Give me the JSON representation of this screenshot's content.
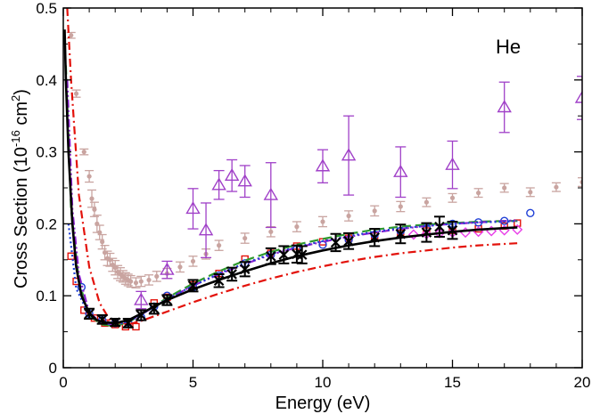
{
  "chart_data": {
    "type": "scatter",
    "title": "",
    "annotation": "He",
    "xlabel": "Energy (eV)",
    "ylabel": {
      "main": "Cross Section (10",
      "exp": "-16",
      "unit": " cm",
      "unit_exp": "2",
      "close": ")"
    },
    "xlim": [
      0,
      20
    ],
    "ylim": [
      0,
      0.5
    ],
    "xticks": [
      0,
      5,
      10,
      15,
      20
    ],
    "yticks": [
      0,
      0.1,
      0.2,
      0.3,
      0.4,
      0.5
    ],
    "grid": false,
    "legend": "none",
    "series": [
      {
        "style": "line-solid",
        "color": "#000000",
        "points": [
          [
            0.05,
            0.47
          ],
          [
            0.1,
            0.4
          ],
          [
            0.2,
            0.3
          ],
          [
            0.35,
            0.2
          ],
          [
            0.5,
            0.14
          ],
          [
            0.7,
            0.1
          ],
          [
            1.0,
            0.076
          ],
          [
            1.3,
            0.066
          ],
          [
            1.6,
            0.063
          ],
          [
            2.0,
            0.062
          ],
          [
            2.5,
            0.066
          ],
          [
            3.0,
            0.075
          ],
          [
            3.5,
            0.085
          ],
          [
            4.0,
            0.094
          ],
          [
            5.0,
            0.109
          ],
          [
            6.0,
            0.122
          ],
          [
            7.0,
            0.134
          ],
          [
            8.0,
            0.145
          ],
          [
            9.0,
            0.155
          ],
          [
            10.0,
            0.163
          ],
          [
            11.0,
            0.17
          ],
          [
            12.0,
            0.176
          ],
          [
            13.0,
            0.181
          ],
          [
            14.0,
            0.185
          ],
          [
            15.0,
            0.189
          ],
          [
            16.0,
            0.192
          ],
          [
            17.0,
            0.194
          ],
          [
            17.5,
            0.195
          ]
        ]
      },
      {
        "style": "line-dash",
        "color": "#2e9a2e",
        "points": [
          [
            0.1,
            0.42
          ],
          [
            0.3,
            0.22
          ],
          [
            0.6,
            0.12
          ],
          [
            1.0,
            0.072
          ],
          [
            1.5,
            0.06
          ],
          [
            2.0,
            0.058
          ],
          [
            2.5,
            0.063
          ],
          [
            3.0,
            0.074
          ],
          [
            4.0,
            0.097
          ],
          [
            5.0,
            0.117
          ],
          [
            6.0,
            0.134
          ],
          [
            7.0,
            0.149
          ],
          [
            8.0,
            0.161
          ],
          [
            9.0,
            0.171
          ],
          [
            10.0,
            0.179
          ],
          [
            11.0,
            0.186
          ],
          [
            12.0,
            0.192
          ],
          [
            13.0,
            0.196
          ],
          [
            14.0,
            0.199
          ],
          [
            15.0,
            0.201
          ],
          [
            16.0,
            0.203
          ],
          [
            17.0,
            0.204
          ],
          [
            17.5,
            0.204
          ]
        ]
      },
      {
        "style": "line-dashdot",
        "color": "#e3120b",
        "points": [
          [
            0.15,
            0.5
          ],
          [
            0.3,
            0.4
          ],
          [
            0.6,
            0.24
          ],
          [
            1.0,
            0.14
          ],
          [
            1.4,
            0.09
          ],
          [
            1.8,
            0.066
          ],
          [
            2.2,
            0.06
          ],
          [
            2.6,
            0.061
          ],
          [
            3.0,
            0.065
          ],
          [
            4.0,
            0.078
          ],
          [
            5.0,
            0.091
          ],
          [
            6.0,
            0.103
          ],
          [
            7.0,
            0.114
          ],
          [
            8.0,
            0.124
          ],
          [
            9.0,
            0.133
          ],
          [
            10.0,
            0.141
          ],
          [
            11.0,
            0.148
          ],
          [
            12.0,
            0.154
          ],
          [
            13.0,
            0.159
          ],
          [
            14.0,
            0.163
          ],
          [
            15.0,
            0.167
          ],
          [
            16.0,
            0.17
          ],
          [
            17.0,
            0.172
          ],
          [
            17.5,
            0.173
          ]
        ]
      },
      {
        "style": "line-dashdotdot",
        "color": "#8b1fcf",
        "points": [
          [
            0.15,
            0.4
          ],
          [
            0.35,
            0.22
          ],
          [
            0.6,
            0.13
          ],
          [
            1.0,
            0.076
          ],
          [
            1.5,
            0.062
          ],
          [
            2.0,
            0.06
          ],
          [
            2.5,
            0.064
          ],
          [
            3.0,
            0.074
          ],
          [
            4.0,
            0.095
          ],
          [
            5.0,
            0.114
          ],
          [
            6.0,
            0.13
          ],
          [
            7.0,
            0.144
          ],
          [
            8.0,
            0.157
          ],
          [
            9.0,
            0.167
          ],
          [
            10.0,
            0.175
          ],
          [
            11.0,
            0.182
          ],
          [
            12.0,
            0.188
          ],
          [
            13.0,
            0.193
          ],
          [
            14.0,
            0.197
          ],
          [
            15.0,
            0.2
          ],
          [
            16.0,
            0.202
          ],
          [
            17.0,
            0.204
          ],
          [
            17.5,
            0.205
          ]
        ]
      },
      {
        "style": "line-dotted",
        "color": "#1f3fd6",
        "points": [
          [
            0.2,
            0.2
          ],
          [
            0.5,
            0.11
          ],
          [
            1.0,
            0.072
          ],
          [
            1.5,
            0.062
          ],
          [
            2.0,
            0.06
          ],
          [
            2.5,
            0.064
          ],
          [
            3.0,
            0.074
          ],
          [
            4.0,
            0.095
          ],
          [
            5.0,
            0.114
          ],
          [
            6.0,
            0.131
          ],
          [
            7.0,
            0.145
          ],
          [
            8.0,
            0.158
          ],
          [
            9.0,
            0.168
          ],
          [
            10.0,
            0.176
          ],
          [
            11.0,
            0.183
          ],
          [
            12.0,
            0.189
          ],
          [
            13.0,
            0.194
          ],
          [
            14.0,
            0.197
          ],
          [
            15.0,
            0.2
          ],
          [
            16.0,
            0.202
          ],
          [
            17.0,
            0.203
          ],
          [
            17.5,
            0.204
          ]
        ]
      },
      {
        "style": "marker-x-errorbar",
        "color": "#000000",
        "points": [
          [
            1.0,
            0.075,
            0.007
          ],
          [
            1.5,
            0.067,
            0.006
          ],
          [
            2.0,
            0.063,
            0.005
          ],
          [
            2.5,
            0.062,
            0.006
          ],
          [
            3.0,
            0.073,
            0.007
          ],
          [
            3.5,
            0.082,
            0.007
          ],
          [
            4.0,
            0.094,
            0.007
          ],
          [
            5.0,
            0.114,
            0.008
          ],
          [
            6.0,
            0.121,
            0.009
          ],
          [
            6.5,
            0.13,
            0.009
          ],
          [
            7.0,
            0.137,
            0.01
          ],
          [
            8.0,
            0.155,
            0.011
          ],
          [
            8.5,
            0.157,
            0.012
          ],
          [
            9.0,
            0.158,
            0.012
          ],
          [
            9.2,
            0.157,
            0.012
          ],
          [
            10.5,
            0.174,
            0.012
          ],
          [
            11.0,
            0.176,
            0.011
          ],
          [
            12.0,
            0.181,
            0.012
          ],
          [
            13.0,
            0.186,
            0.013
          ],
          [
            14.0,
            0.188,
            0.013
          ],
          [
            14.5,
            0.196,
            0.014
          ],
          [
            15.0,
            0.191,
            0.012
          ]
        ]
      },
      {
        "style": "marker-circle",
        "color": "#1f3fd6",
        "points": [
          [
            0.7,
            0.112
          ],
          [
            1.0,
            0.075
          ],
          [
            1.5,
            0.066
          ],
          [
            2.0,
            0.062
          ],
          [
            2.5,
            0.063
          ],
          [
            3.0,
            0.07
          ],
          [
            3.5,
            0.085
          ],
          [
            4.0,
            0.1
          ],
          [
            5.0,
            0.112
          ],
          [
            6.0,
            0.128
          ],
          [
            7.0,
            0.145
          ],
          [
            8.0,
            0.157
          ],
          [
            9.0,
            0.165
          ],
          [
            10.0,
            0.171
          ],
          [
            11.0,
            0.178
          ],
          [
            12.0,
            0.185
          ],
          [
            13.0,
            0.19
          ],
          [
            14.0,
            0.195
          ],
          [
            15.0,
            0.2
          ],
          [
            16.0,
            0.202
          ],
          [
            17.0,
            0.204
          ],
          [
            18.0,
            0.215
          ]
        ]
      },
      {
        "style": "marker-square",
        "color": "#e3120b",
        "points": [
          [
            0.3,
            0.155
          ],
          [
            0.5,
            0.12
          ],
          [
            0.8,
            0.08
          ],
          [
            1.2,
            0.069
          ],
          [
            1.6,
            0.062
          ],
          [
            2.0,
            0.06
          ],
          [
            2.4,
            0.057
          ],
          [
            2.8,
            0.057
          ],
          [
            3.5,
            0.09
          ],
          [
            4.0,
            0.098
          ],
          [
            5.0,
            0.115
          ],
          [
            6.0,
            0.131
          ],
          [
            7.0,
            0.151
          ],
          [
            8.0,
            0.159
          ],
          [
            9.0,
            0.169
          ],
          [
            10.0,
            0.175
          ],
          [
            11.0,
            0.18
          ],
          [
            12.0,
            0.183
          ],
          [
            13.0,
            0.187
          ],
          [
            14.0,
            0.19
          ],
          [
            15.0,
            0.191
          ],
          [
            16.0,
            0.193
          ],
          [
            17.0,
            0.197
          ],
          [
            17.5,
            0.201
          ]
        ]
      },
      {
        "style": "marker-diamond",
        "color": "#e83fe8",
        "points": [
          [
            13.5,
            0.185
          ],
          [
            14.0,
            0.186
          ],
          [
            14.5,
            0.187
          ],
          [
            15.0,
            0.188
          ],
          [
            15.5,
            0.188
          ],
          [
            16.0,
            0.189
          ],
          [
            16.5,
            0.19
          ],
          [
            17.0,
            0.191
          ],
          [
            17.5,
            0.192
          ]
        ]
      },
      {
        "style": "marker-triangle-errorbar",
        "color": "#a040c8",
        "points": [
          [
            3.0,
            0.094,
            0.012
          ],
          [
            4.0,
            0.136,
            0.012
          ],
          [
            5.0,
            0.221,
            0.028
          ],
          [
            5.5,
            0.191,
            0.038
          ],
          [
            6.0,
            0.254,
            0.02
          ],
          [
            6.5,
            0.267,
            0.022
          ],
          [
            7.0,
            0.259,
            0.022
          ],
          [
            8.0,
            0.24,
            0.045
          ],
          [
            10.0,
            0.28,
            0.023
          ],
          [
            11.0,
            0.295,
            0.055
          ],
          [
            13.0,
            0.272,
            0.035
          ],
          [
            15.0,
            0.282,
            0.033
          ],
          [
            17.0,
            0.362,
            0.035
          ],
          [
            20.0,
            0.375,
            0.03
          ]
        ]
      },
      {
        "style": "marker-dot-errorbar",
        "color": "#c9a4a0",
        "points": [
          [
            0.3,
            0.462,
            0.004
          ],
          [
            0.5,
            0.381,
            0.005
          ],
          [
            0.8,
            0.3,
            0.004
          ],
          [
            1.0,
            0.266,
            0.008
          ],
          [
            1.1,
            0.235,
            0.012
          ],
          [
            1.2,
            0.22,
            0.01
          ],
          [
            1.3,
            0.2,
            0.012
          ],
          [
            1.4,
            0.188,
            0.01
          ],
          [
            1.5,
            0.175,
            0.01
          ],
          [
            1.6,
            0.16,
            0.01
          ],
          [
            1.7,
            0.152,
            0.01
          ],
          [
            1.8,
            0.15,
            0.009
          ],
          [
            1.9,
            0.143,
            0.009
          ],
          [
            2.0,
            0.139,
            0.01
          ],
          [
            2.1,
            0.133,
            0.009
          ],
          [
            2.2,
            0.13,
            0.009
          ],
          [
            2.3,
            0.127,
            0.008
          ],
          [
            2.4,
            0.124,
            0.008
          ],
          [
            2.5,
            0.122,
            0.008
          ],
          [
            2.6,
            0.12,
            0.008
          ],
          [
            2.8,
            0.118,
            0.007
          ],
          [
            3.0,
            0.12,
            0.007
          ],
          [
            3.3,
            0.122,
            0.007
          ],
          [
            3.6,
            0.127,
            0.007
          ],
          [
            4.0,
            0.131,
            0.007
          ],
          [
            4.5,
            0.14,
            0.007
          ],
          [
            5.0,
            0.148,
            0.007
          ],
          [
            5.5,
            0.158,
            0.007
          ],
          [
            6.0,
            0.17,
            0.007
          ],
          [
            7.0,
            0.18,
            0.007
          ],
          [
            8.0,
            0.189,
            0.007
          ],
          [
            9.0,
            0.196,
            0.007
          ],
          [
            10.0,
            0.203,
            0.007
          ],
          [
            11.0,
            0.211,
            0.007
          ],
          [
            12.0,
            0.218,
            0.007
          ],
          [
            13.0,
            0.224,
            0.007
          ],
          [
            14.0,
            0.23,
            0.006
          ],
          [
            15.0,
            0.236,
            0.006
          ],
          [
            16.0,
            0.243,
            0.006
          ],
          [
            17.0,
            0.25,
            0.006
          ],
          [
            18.0,
            0.244,
            0.006
          ],
          [
            19.0,
            0.251,
            0.006
          ],
          [
            20.0,
            0.258,
            0.006
          ]
        ]
      }
    ]
  }
}
